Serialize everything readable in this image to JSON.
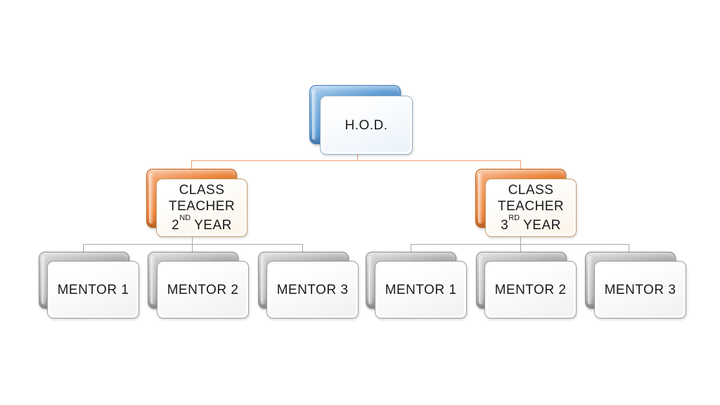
{
  "colors": {
    "background": "#FFFFFF",
    "text": "#1A1A1A",
    "accent-blue": "#5B9BD5",
    "accent-blue-light": "#A5CBEC",
    "accent-blue-dark": "#3A78B5",
    "accent-orange": "#EC7F33",
    "accent-orange-light": "#F6B183",
    "accent-orange-dark": "#C05F16",
    "accent-gray": "#ACACAC",
    "accent-gray-light": "#D6D6D6",
    "accent-gray-dark": "#8A8A8A",
    "connector-orange": "#EDA06F",
    "connector-gray": "#A8A8A8",
    "front-border-blue": "#8FAFC9",
    "front-border-tan": "#C79E6A",
    "front-border-gray": "#9C9C9C"
  },
  "org_chart": {
    "root": {
      "label": "H.O.D."
    },
    "managers": [
      {
        "line1": "CLASS",
        "line2": "TEACHER",
        "year_number": "2",
        "year_ordinal": "ND",
        "year_word": "YEAR"
      },
      {
        "line1": "CLASS",
        "line2": "TEACHER",
        "year_number": "3",
        "year_ordinal": "RD",
        "year_word": "YEAR"
      }
    ],
    "mentors_left": [
      "MENTOR 1",
      "MENTOR 2",
      "MENTOR 3"
    ],
    "mentors_right": [
      "MENTOR 1",
      "MENTOR 2",
      "MENTOR 3"
    ]
  }
}
